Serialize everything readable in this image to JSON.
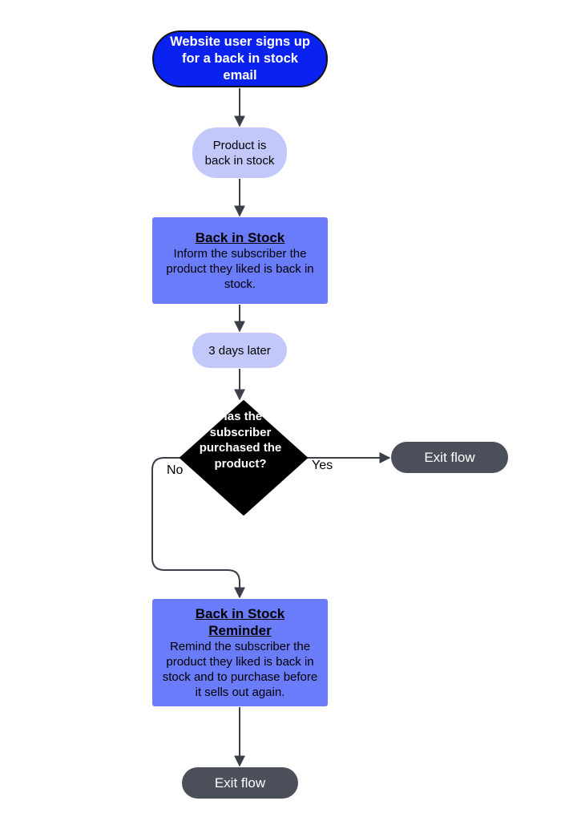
{
  "flow": {
    "start_label": "Website user signs up for a back in stock email",
    "trigger_label": "Product is back in stock",
    "email1": {
      "title": "Back in Stock",
      "body": "Inform the subscriber the product they liked is back in stock."
    },
    "delay_label": "3 days later",
    "decision_label": "Has the subscriber purchased the product?",
    "yes_label": "Yes",
    "no_label": "No",
    "exit_yes_label": "Exit flow",
    "email2": {
      "title": "Back in Stock Reminder",
      "body": "Remind the subscriber the product they liked is back in stock and to purchase before it sells out again."
    },
    "exit_end_label": "Exit flow"
  },
  "colors": {
    "start_fill": "#0a22f0",
    "light_pill": "#c3c8fb",
    "email_box": "#6b7cfa",
    "decision_fill": "#000000",
    "exit_fill": "#4a4f59",
    "connector": "#3a3f49"
  }
}
